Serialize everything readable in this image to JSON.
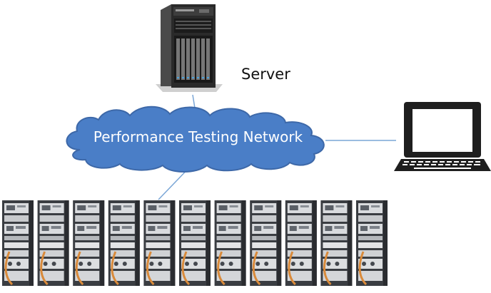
{
  "diagram": {
    "server_label": "Server",
    "network_label": "Performance Testing Network",
    "cabinet_count": 11,
    "colors": {
      "cloud_fill": "#4a7ec7",
      "cloud_stroke": "#3d68a8",
      "link": "#7aa6d6",
      "server_body": "#2a2a2a",
      "laptop_body": "#1e1e1e",
      "cabinet_body": "#3a3d42",
      "cable": "#d98a3a"
    },
    "icons": {
      "server": "tower-server-icon",
      "laptop": "laptop-icon",
      "cabinet": "test-cabinet-icon"
    }
  }
}
